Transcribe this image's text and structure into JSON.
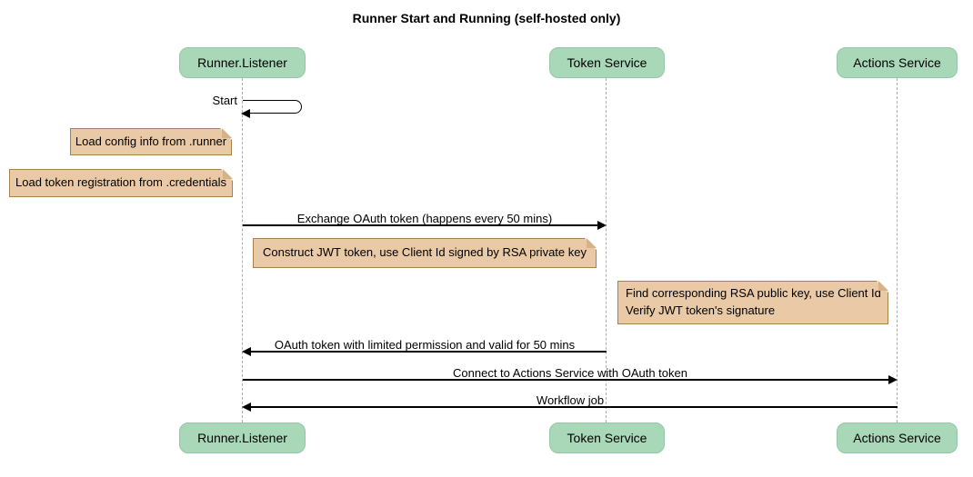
{
  "title": "Runner Start and Running (self-hosted only)",
  "participants": [
    {
      "label": "Runner.Listener"
    },
    {
      "label": "Token Service"
    },
    {
      "label": "Actions Service"
    }
  ],
  "self_message": {
    "label": "Start",
    "from": "Runner.Listener",
    "to": "Runner.Listener"
  },
  "messages": [
    {
      "text": "Exchange OAuth token (happens every 50 mins)",
      "from": "Runner.Listener",
      "to": "Token Service"
    },
    {
      "text": "OAuth token with limited permission and valid for 50 mins",
      "from": "Token Service",
      "to": "Runner.Listener"
    },
    {
      "text": "Connect to Actions Service with OAuth token",
      "from": "Runner.Listener",
      "to": "Actions Service"
    },
    {
      "text": "Workflow job",
      "from": "Actions Service",
      "to": "Runner.Listener"
    }
  ],
  "notes": [
    {
      "text": "Load config info from .runner"
    },
    {
      "text": "Load token registration from .credentials"
    },
    {
      "text": "Construct JWT token, use Client Id signed by RSA private key"
    },
    {
      "lines": [
        "Find corresponding RSA public key, use Client Id",
        "Verify JWT token's signature"
      ]
    }
  ],
  "colors": {
    "participant_fill": "#A9D8B8",
    "participant_border": "#93C7A5",
    "note_fill": "#E9C9A6",
    "note_border": "#A8814F",
    "note_fold": "#D8B287",
    "lifeline": "#ADADAD",
    "arrow": "#000000",
    "background": "#FFFFFF",
    "text": "#000000"
  }
}
